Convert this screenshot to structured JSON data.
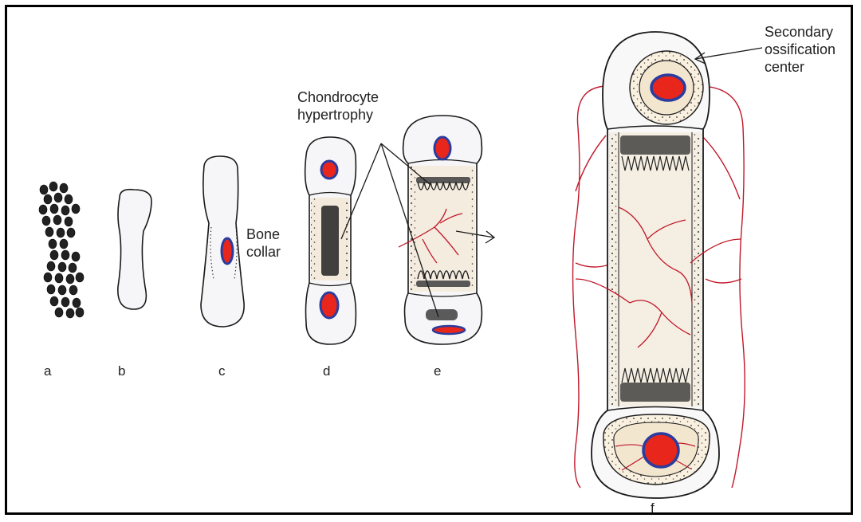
{
  "figure": {
    "annotations": {
      "chondrocyte_hypertrophy": "Chondrocyte\nhypertrophy",
      "bone_collar": "Bone\ncollar",
      "secondary_ossification_center": "Secondary\nossification\ncenter"
    },
    "stage_labels": [
      "a",
      "b",
      "c",
      "d",
      "e",
      "f"
    ],
    "colors": {
      "ossification_fill": "#e8261c",
      "ossification_ring": "#2a3d9e",
      "vessels": "#c0182a",
      "outline": "#1a1a1a",
      "cartilage_tint": "#f3e6cf"
    }
  }
}
